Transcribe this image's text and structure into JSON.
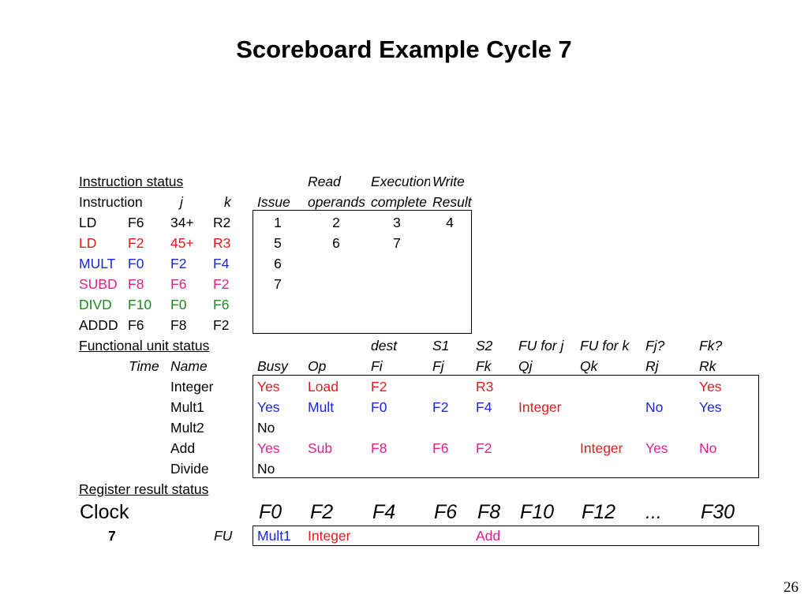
{
  "title": "Scoreboard Example Cycle 7",
  "instruction_status": {
    "section_label": "Instruction status",
    "header_top": {
      "read": "Read",
      "execution": "Execution",
      "write": "Write"
    },
    "header": {
      "instruction": "Instruction",
      "j": "j",
      "k": "k",
      "issue": "Issue",
      "read_operands": "operands",
      "exec_complete": "complete",
      "write_result": "Result"
    },
    "rows": [
      {
        "op": "LD",
        "dest": "F6",
        "j": "34+",
        "k": "R2",
        "issue": "1",
        "read": "2",
        "exec": "3",
        "write": "4"
      },
      {
        "op": "LD",
        "dest": "F2",
        "j": "45+",
        "k": "R3",
        "issue": "5",
        "read": "6",
        "exec": "7",
        "write": ""
      },
      {
        "op": "MULT",
        "dest": "F0",
        "j": "F2",
        "k": "F4",
        "issue": "6",
        "read": "",
        "exec": "",
        "write": ""
      },
      {
        "op": "SUBD",
        "dest": "F8",
        "j": "F6",
        "k": "F2",
        "issue": "7",
        "read": "",
        "exec": "",
        "write": ""
      },
      {
        "op": "DIVD",
        "dest": "F10",
        "j": "F0",
        "k": "F6",
        "issue": "",
        "read": "",
        "exec": "",
        "write": ""
      },
      {
        "op": "ADDD",
        "dest": "F6",
        "j": "F8",
        "k": "F2",
        "issue": "",
        "read": "",
        "exec": "",
        "write": ""
      }
    ]
  },
  "functional_unit_status": {
    "section_label": "Functional unit status",
    "header_top": {
      "dest": "dest",
      "s1": "S1",
      "s2": "S2",
      "fu_j": "FU for j",
      "fu_k": "FU for k",
      "fj": "Fj?",
      "fk": "Fk?"
    },
    "header": {
      "time": "Time",
      "name": "Name",
      "busy": "Busy",
      "op": "Op",
      "fi": "Fi",
      "fj": "Fj",
      "fk": "Fk",
      "qj": "Qj",
      "qk": "Qk",
      "rj": "Rj",
      "rk": "Rk"
    },
    "rows": [
      {
        "name": "Integer",
        "busy": "Yes",
        "op": "Load",
        "fi": "F2",
        "fj": "",
        "fk": "R3",
        "qj": "",
        "qk": "",
        "rj": "",
        "rk": "Yes"
      },
      {
        "name": "Mult1",
        "busy": "Yes",
        "op": "Mult",
        "fi": "F0",
        "fj": "F2",
        "fk": "F4",
        "qj": "Integer",
        "qk": "",
        "rj": "No",
        "rk": "Yes"
      },
      {
        "name": "Mult2",
        "busy": "No",
        "op": "",
        "fi": "",
        "fj": "",
        "fk": "",
        "qj": "",
        "qk": "",
        "rj": "",
        "rk": ""
      },
      {
        "name": "Add",
        "busy": "Yes",
        "op": "Sub",
        "fi": "F8",
        "fj": "F6",
        "fk": "F2",
        "qj": "",
        "qk": "Integer",
        "rj": "Yes",
        "rk": "No"
      },
      {
        "name": "Divide",
        "busy": "No",
        "op": "",
        "fi": "",
        "fj": "",
        "fk": "",
        "qj": "",
        "qk": "",
        "rj": "",
        "rk": ""
      }
    ]
  },
  "register_result_status": {
    "section_label": "Register result status",
    "clock_label": "Clock",
    "clock_value": "7",
    "fu_label": "FU",
    "registers": [
      "F0",
      "F2",
      "F4",
      "F6",
      "F8",
      "F10",
      "F12",
      "...",
      "F30"
    ],
    "fu_values": [
      "Mult1",
      "Integer",
      "",
      "",
      "Add",
      "",
      "",
      "",
      ""
    ]
  },
  "colors": {
    "red": "#dd1c1c",
    "blue": "#1a29d1",
    "pink": "#e0208c",
    "green": "#1c8a1c"
  },
  "page_number": "26"
}
